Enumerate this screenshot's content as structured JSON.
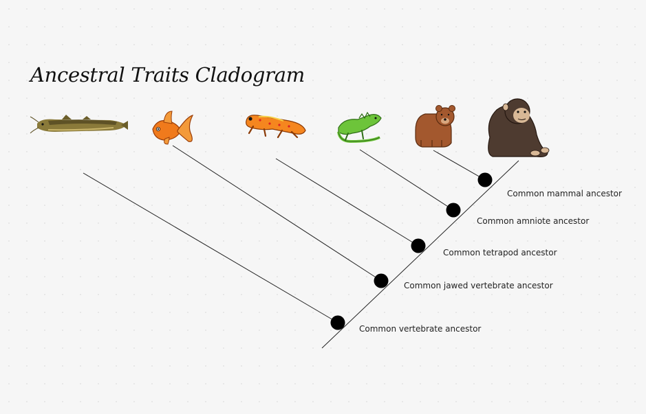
{
  "title": "Ancestral Traits Cladogram",
  "taxa": [
    {
      "name": "catfish",
      "icon": "catfish-icon"
    },
    {
      "name": "goldfish",
      "icon": "goldfish-icon"
    },
    {
      "name": "salamander",
      "icon": "salamander-icon"
    },
    {
      "name": "iguana",
      "icon": "iguana-icon"
    },
    {
      "name": "bear",
      "icon": "bear-icon"
    },
    {
      "name": "chimpanzee",
      "icon": "chimpanzee-icon"
    }
  ],
  "nodes": [
    {
      "label": "Common vertebrate ancestor"
    },
    {
      "label": "Common jawed vertebrate ancestor"
    },
    {
      "label": "Common tetrapod ancestor"
    },
    {
      "label": "Common amniote ancestor"
    },
    {
      "label": "Common mammal ancestor"
    }
  ],
  "colors": {
    "background": "#f6f6f6",
    "line": "#222222",
    "node": "#000000"
  }
}
